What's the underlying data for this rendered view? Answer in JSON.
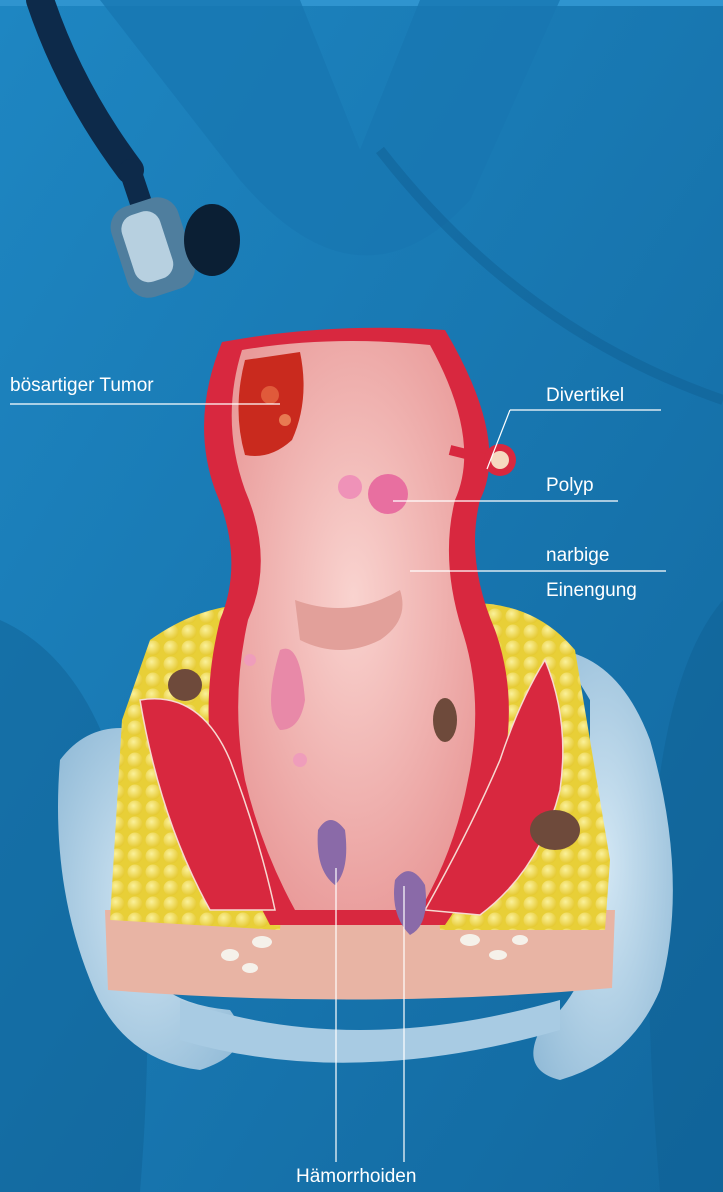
{
  "colors": {
    "background": "#1a7db8",
    "scrubs_shadow": "#0f5f93",
    "glove": "#b9d6ea",
    "tissue_pink": "#f2b7b3",
    "muscle_red": "#d8283f",
    "fat_yellow": "#f3e04a",
    "hemorrhoid_purple": "#8a6aa8",
    "label_text": "#ffffff"
  },
  "icons": [
    "stethoscope-icon"
  ],
  "labels": {
    "tumor": "bösartiger Tumor",
    "divertikel": "Divertikel",
    "polyp": "Polyp",
    "stricture_line1": "narbige",
    "stricture_line2": "Einengung",
    "hemorrhoids": "Hämorrhoiden"
  }
}
